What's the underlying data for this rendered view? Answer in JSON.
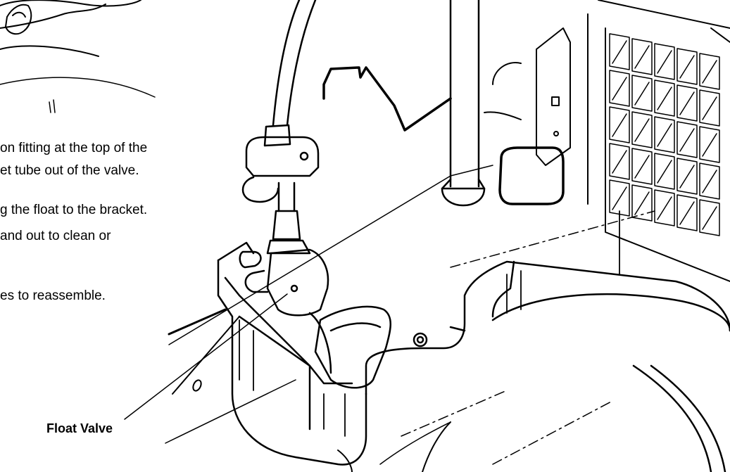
{
  "instructions": {
    "line1": "on fitting at the top of the",
    "line2": "et tube out of the valve.",
    "line3": "g the float to the bracket.",
    "line4": "and out to clean or",
    "line5": "es to reassemble."
  },
  "callout": {
    "label": "Float Valve"
  }
}
